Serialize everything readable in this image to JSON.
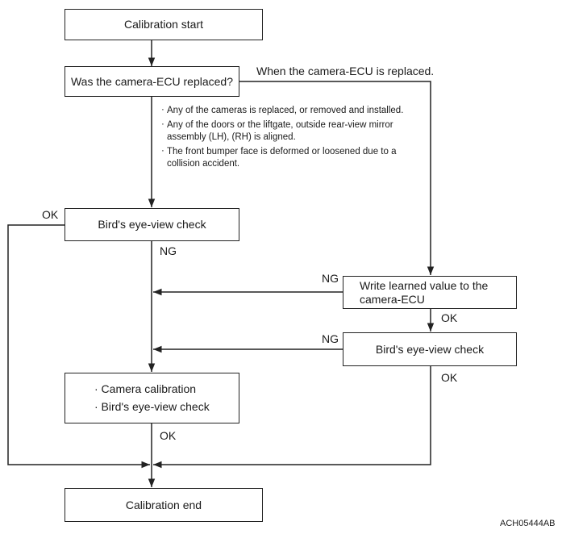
{
  "boxes": {
    "calibration_start": "Calibration start",
    "camera_ecu_replaced": "Was the camera-ECU replaced?",
    "birds_eye_check_1": "Bird's eye-view check",
    "write_learned_value": "Write learned value to the camera-ECU",
    "birds_eye_check_2": "Bird's eye-view check",
    "camera_calibration_items": [
      "· Camera calibration",
      "· Bird's eye-view check"
    ],
    "calibration_end": "Calibration end"
  },
  "labels": {
    "when_replaced": "When the camera-ECU is replaced.",
    "ok_left": "OK",
    "ng_under_check1": "NG",
    "ng_write": "NG",
    "ok_write": "OK",
    "ng_check2": "NG",
    "ok_check2": "OK",
    "ok_calibration": "OK"
  },
  "conditions": [
    "Any of the cameras is replaced, or removed and installed.",
    "Any of the doors or the liftgate, outside rear-view mirror assembly (LH), (RH) is aligned.",
    "The front bumper face is deformed or loosened due to a collision accident."
  ],
  "figure_code": "ACH05444AB"
}
